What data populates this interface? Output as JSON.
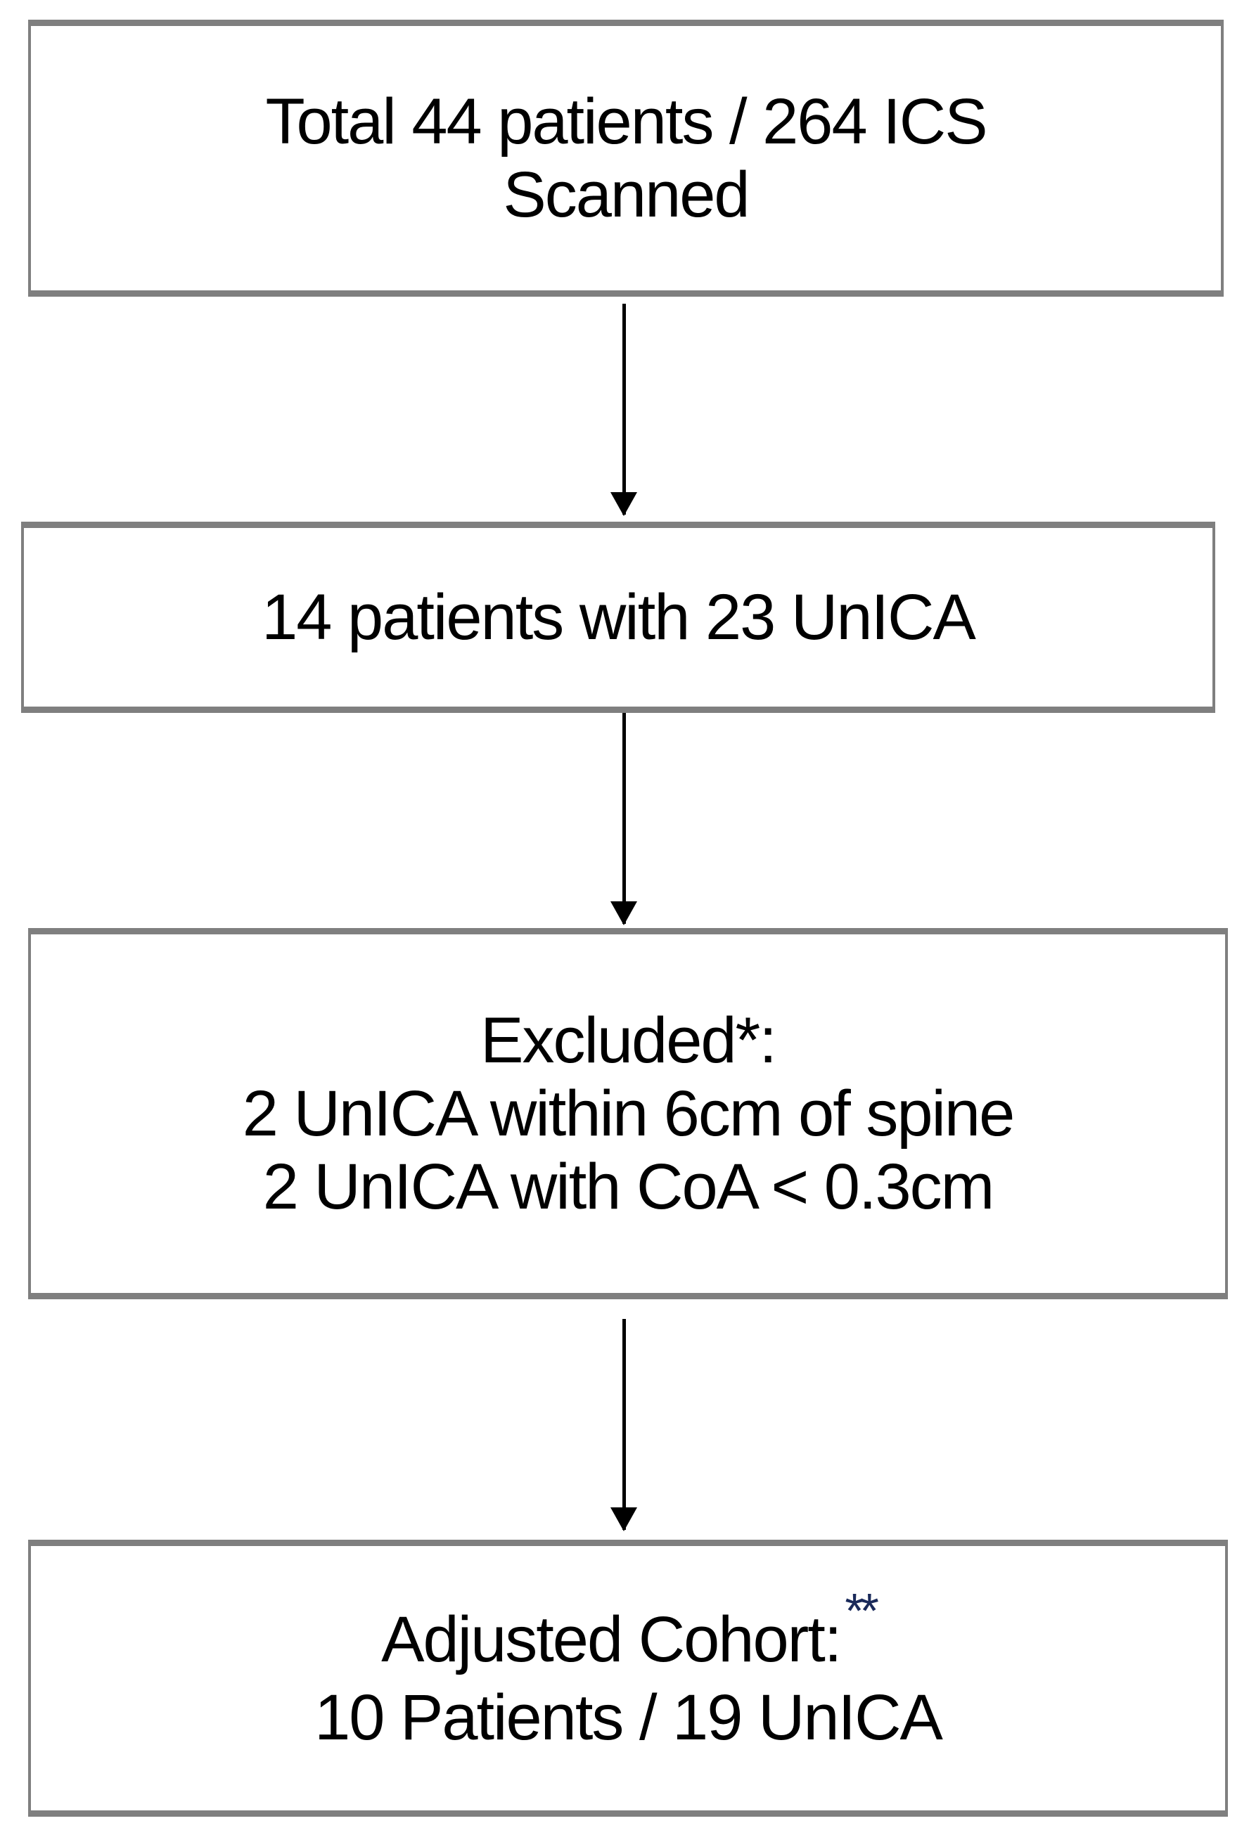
{
  "boxes": [
    {
      "lines": [
        "Total 44 patients / 264 ICS",
        "Scanned"
      ]
    },
    {
      "lines": [
        "14 patients with 23 UnICA"
      ]
    },
    {
      "lines": [
        "Excluded*:",
        "2 UnICA within 6cm of spine",
        "2 UnICA with CoA < 0.3cm"
      ]
    },
    {
      "lines": [
        "Adjusted Cohort:",
        "10 Patients / 19 UnICA"
      ],
      "superscript": "**"
    }
  ],
  "colors": {
    "border": "#7f7f7f",
    "arrow": "#000000",
    "text": "#000000"
  }
}
